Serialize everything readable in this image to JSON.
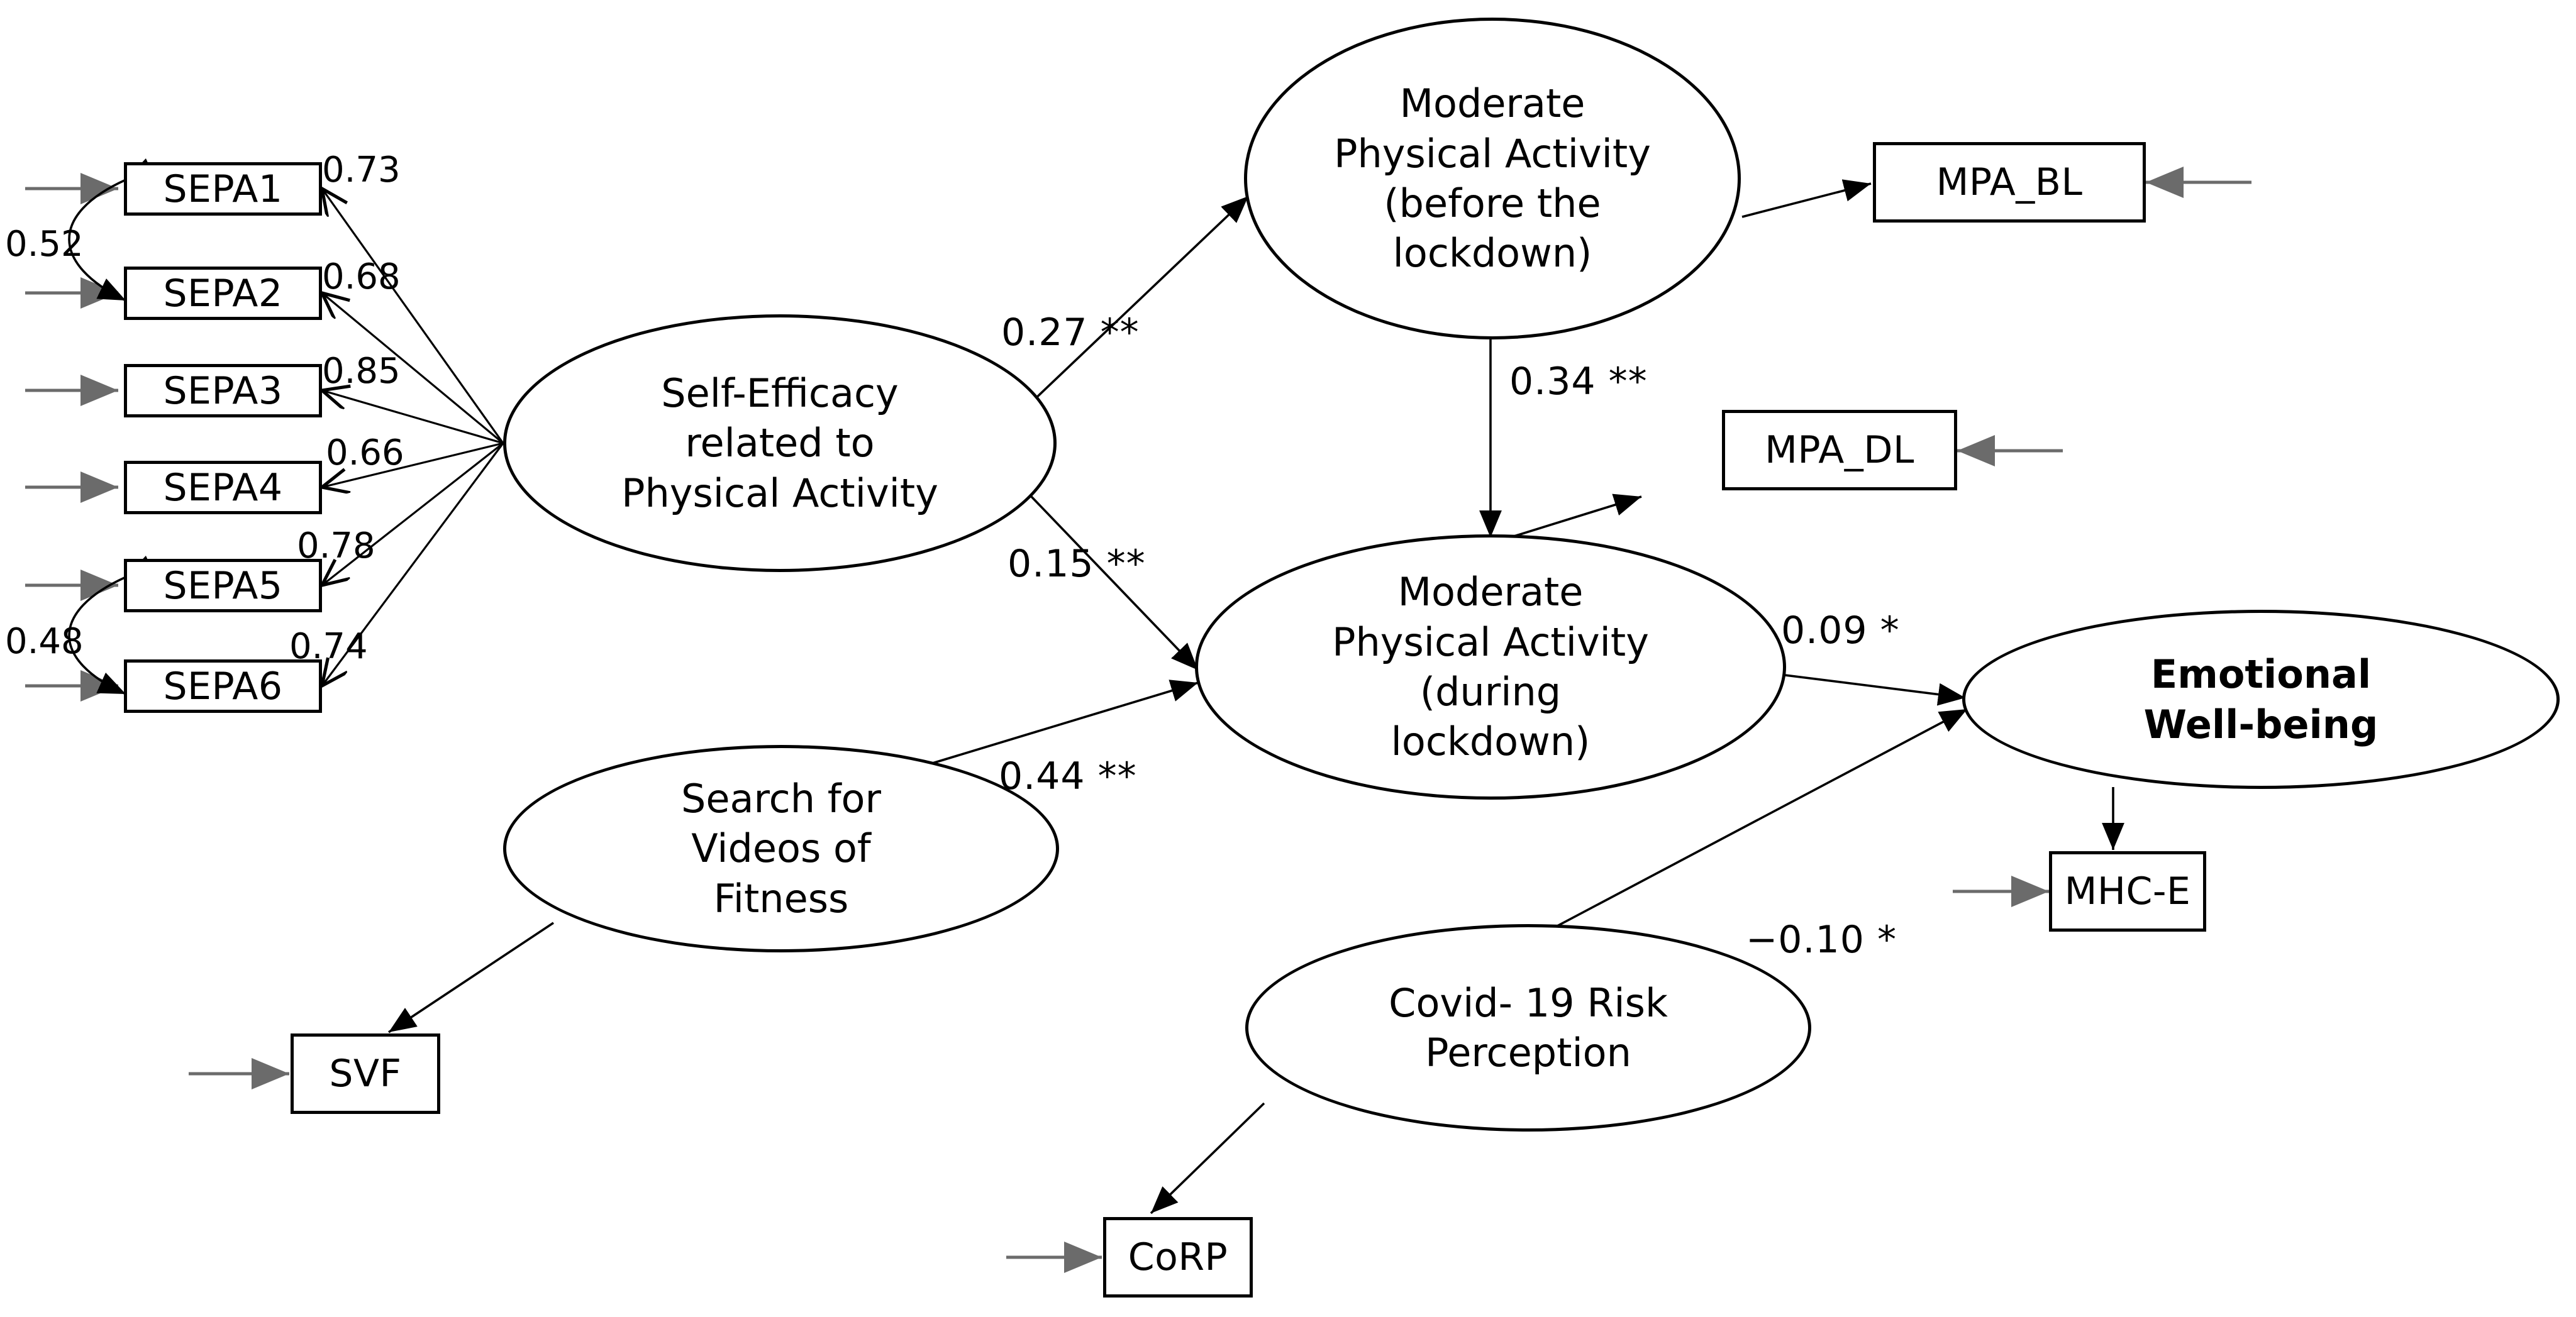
{
  "figure": {
    "type": "structural-equation-model-path-diagram",
    "background": "#ffffff",
    "stroke": "#000000"
  },
  "latent_variables": [
    {
      "id": "sepa",
      "label": "Self-Efficacy\nrelated to\nPhysical Activity",
      "line1": "Self-Efficacy",
      "line2": "related to",
      "line3": "Physical Activity",
      "bold": false
    },
    {
      "id": "mpa_bl",
      "label": "Moderate\nPhysical Activity\n(before the\nlockdown)",
      "line1": "Moderate",
      "line2": "Physical Activity",
      "line3": "(before the",
      "line4": "lockdown)",
      "bold": false
    },
    {
      "id": "mpa_dl",
      "label": "Moderate\nPhysical Activity\n(during\nlockdown)",
      "line1": "Moderate",
      "line2": "Physical Activity",
      "line3": "(during",
      "line4": "lockdown)",
      "bold": false
    },
    {
      "id": "svf",
      "label": "Search for\nVideos of\nFitness",
      "line1": "Search for",
      "line2": "Videos of",
      "line3": "Fitness",
      "bold": false
    },
    {
      "id": "corp",
      "label": "Covid- 19 Risk\nPerception",
      "line1": "Covid- 19 Risk",
      "line2": "Perception",
      "bold": false
    },
    {
      "id": "ewb",
      "label": "Emotional\nWell-being",
      "line1": "Emotional",
      "line2": "Well-being",
      "bold": true
    }
  ],
  "observed_variables": [
    {
      "id": "sepa1",
      "label": "SEPA1"
    },
    {
      "id": "sepa2",
      "label": "SEPA2"
    },
    {
      "id": "sepa3",
      "label": "SEPA3"
    },
    {
      "id": "sepa4",
      "label": "SEPA4"
    },
    {
      "id": "sepa5",
      "label": "SEPA5"
    },
    {
      "id": "sepa6",
      "label": "SEPA6"
    },
    {
      "id": "mpa_bl_ind",
      "label": "MPA_BL"
    },
    {
      "id": "mpa_dl_ind",
      "label": "MPA_DL"
    },
    {
      "id": "svf_ind",
      "label": "SVF"
    },
    {
      "id": "corp_ind",
      "label": "CoRP"
    },
    {
      "id": "mhce_ind",
      "label": "MHC-E"
    }
  ],
  "factor_loadings": [
    {
      "from": "sepa",
      "to": "sepa1",
      "value": "0.73"
    },
    {
      "from": "sepa",
      "to": "sepa2",
      "value": "0.68"
    },
    {
      "from": "sepa",
      "to": "sepa3",
      "value": "0.85"
    },
    {
      "from": "sepa",
      "to": "sepa4",
      "value": "0.66"
    },
    {
      "from": "sepa",
      "to": "sepa5",
      "value": "0.78"
    },
    {
      "from": "sepa",
      "to": "sepa6",
      "value": "0.74"
    }
  ],
  "correlated_errors": [
    {
      "between": [
        "sepa1",
        "sepa2"
      ],
      "value": "0.52"
    },
    {
      "between": [
        "sepa5",
        "sepa6"
      ],
      "value": "0.48"
    }
  ],
  "structural_paths": [
    {
      "from": "sepa",
      "to": "mpa_bl",
      "value": "0.27 **",
      "significance": "**"
    },
    {
      "from": "sepa",
      "to": "mpa_dl",
      "value": "0.15 **",
      "significance": "**"
    },
    {
      "from": "mpa_bl",
      "to": "mpa_dl",
      "value": "0.34 **",
      "significance": "**"
    },
    {
      "from": "svf",
      "to": "mpa_dl",
      "value": "0.44 **",
      "significance": "**"
    },
    {
      "from": "mpa_dl",
      "to": "ewb",
      "value": "0.09 *",
      "significance": "*"
    },
    {
      "from": "corp",
      "to": "ewb",
      "value": "−0.10 *",
      "significance": "*"
    }
  ]
}
